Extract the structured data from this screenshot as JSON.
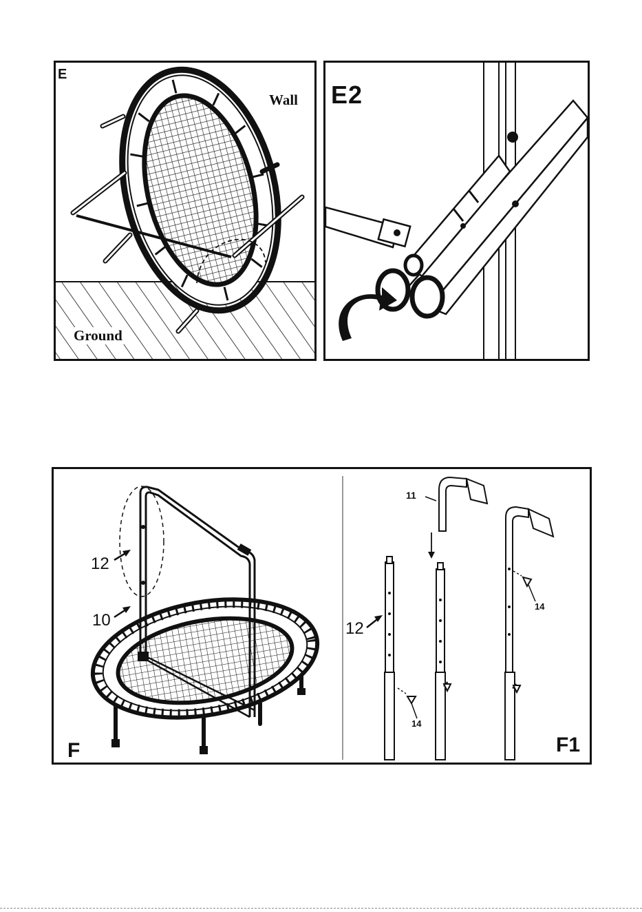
{
  "panel_e": {
    "label": "E",
    "wall_label": "Wall",
    "ground_label": "Ground"
  },
  "panel_e2": {
    "label": "E2"
  },
  "panel_f": {
    "label": "F",
    "callout_12": "12",
    "callout_10": "10"
  },
  "panel_f1": {
    "label": "F1",
    "callout_11": "11",
    "callout_12": "12",
    "callout_14a": "14",
    "callout_14b": "14"
  }
}
